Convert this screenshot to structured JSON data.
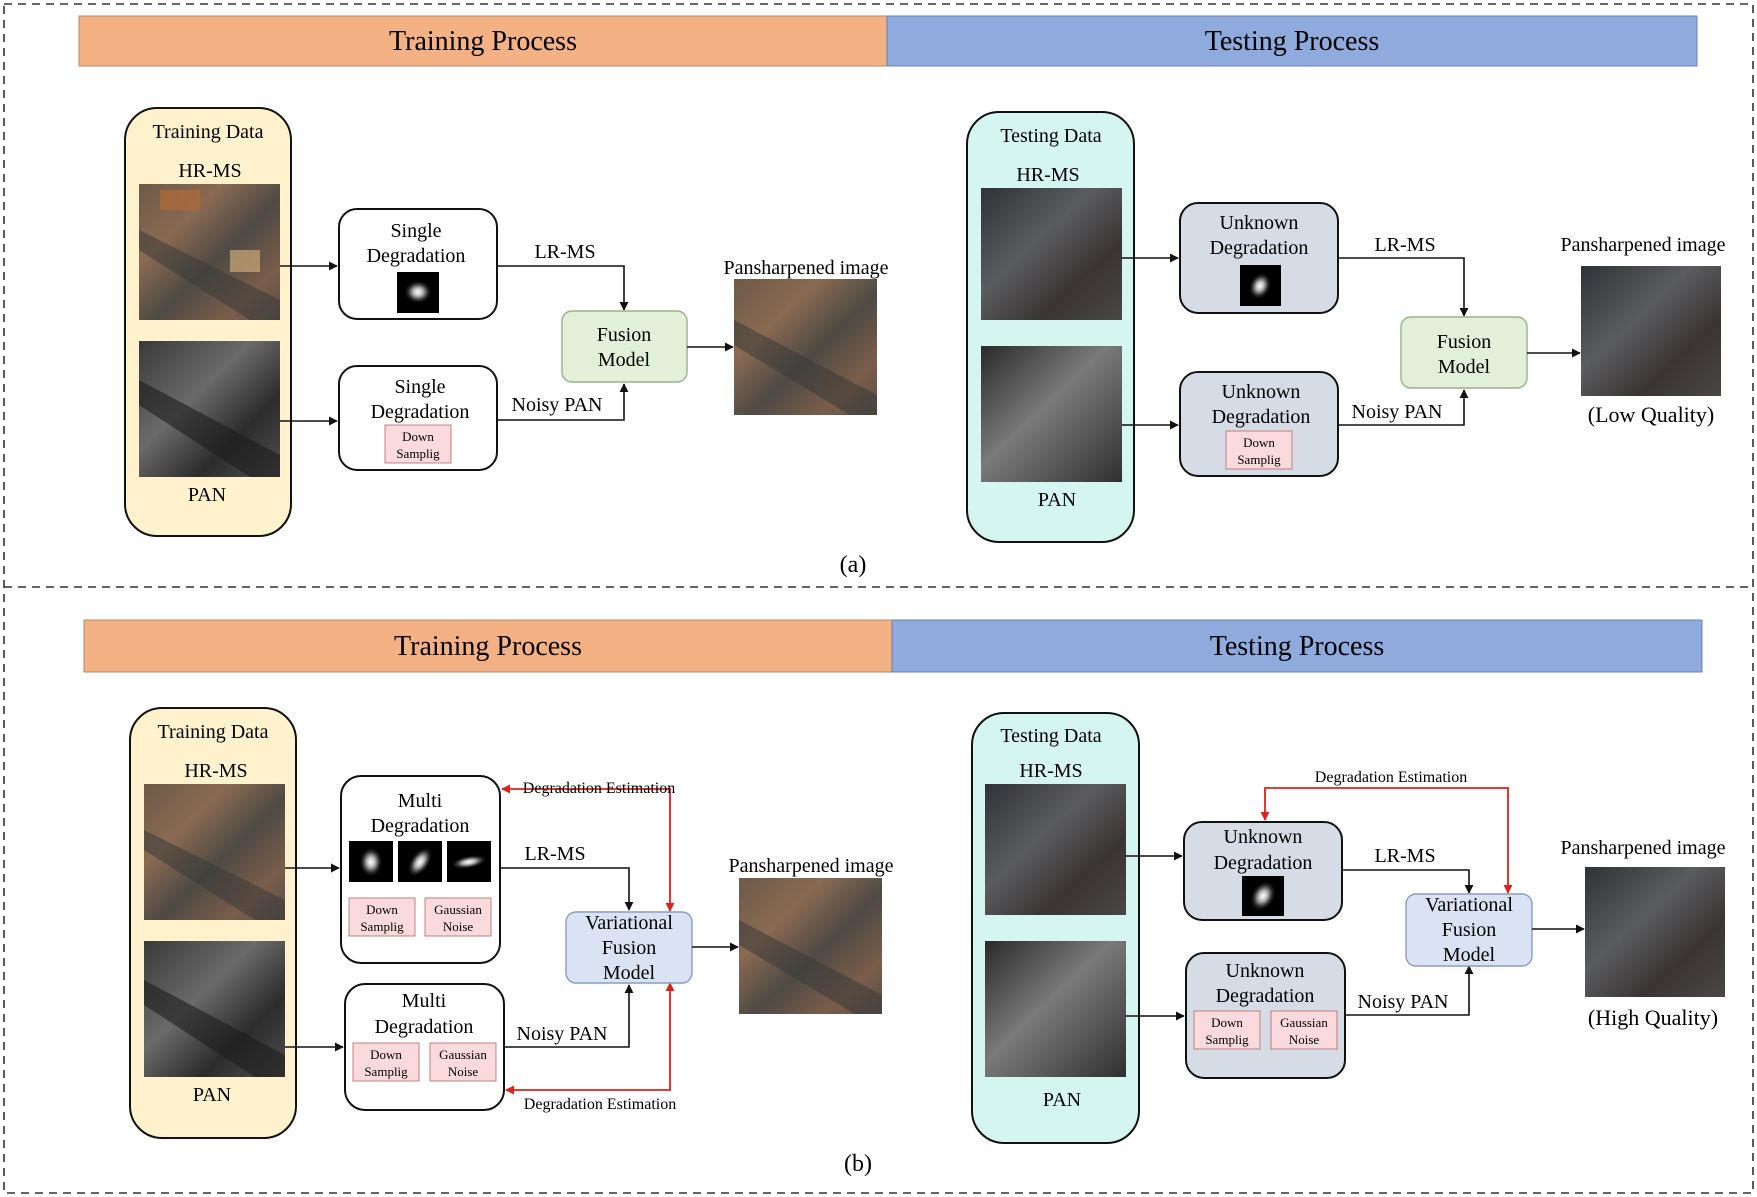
{
  "panel_a": {
    "training_header": "Training Process",
    "testing_header": "Testing Process",
    "training_data_title": "Training Data",
    "testing_data_title": "Testing Data",
    "hrms_label": "HR-MS",
    "pan_label": "PAN",
    "train_degradation_top": [
      "Single",
      "Degradation"
    ],
    "train_degradation_bottom": [
      "Single",
      "Degradation"
    ],
    "down_sampling_tag": [
      "Down",
      "Samplig"
    ],
    "lrms_label": "LR-MS",
    "noisy_pan_label": "Noisy PAN",
    "fusion_model": [
      "Fusion",
      "Model"
    ],
    "pansharpened_label": "Pansharpened image",
    "test_degradation": [
      "Unknown",
      "Degradation"
    ],
    "test_quality": "(Low Quality)",
    "caption": "(a)"
  },
  "panel_b": {
    "training_header": "Training Process",
    "testing_header": "Testing Process",
    "training_data_title": "Training Data",
    "testing_data_title": "Testing Data",
    "hrms_label": "HR-MS",
    "pan_label": "PAN",
    "train_degradation": [
      "Multi",
      "Degradation"
    ],
    "down_sampling_tag": [
      "Down",
      "Samplig"
    ],
    "gaussian_noise_tag": [
      "Gaussian",
      "Noise"
    ],
    "lrms_label": "LR-MS",
    "noisy_pan_label": "Noisy PAN",
    "fusion_model": [
      "Variational",
      "Fusion",
      "Model"
    ],
    "degradation_estimation": "Degradation Estimation",
    "pansharpened_label": "Pansharpened image",
    "test_degradation": [
      "Unknown",
      "Degradation"
    ],
    "test_quality": "(High Quality)",
    "caption": "(b)"
  },
  "colors": {
    "training_header": "#f4b183",
    "testing_header": "#8faadc",
    "training_data_panel": "#fff2cc",
    "testing_data_panel": "#d5f5f0",
    "fusion_box": "#e2f0d9",
    "variational_box": "#dae3f3",
    "unknown_degradation_box": "#d6dce5",
    "tag_fill": "#fadadd",
    "estimation_arrow": "#e0201a"
  }
}
